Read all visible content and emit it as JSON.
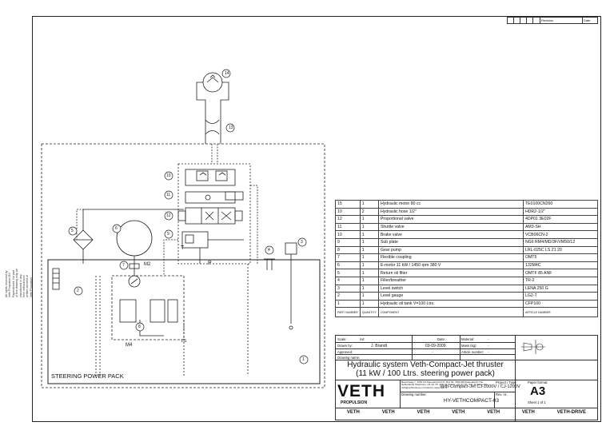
{
  "revision_header": {
    "cols": [
      "",
      "",
      "",
      "",
      "",
      "Revision",
      "Date"
    ]
  },
  "callouts": [
    "1",
    "2",
    "3",
    "4",
    "5",
    "6",
    "7",
    "8",
    "9",
    "10",
    "11",
    "12",
    "13",
    "14"
  ],
  "component_labels": {
    "m2": "M2",
    "m4": "M4",
    "p": "P",
    "t": "T",
    "ls": "LS"
  },
  "pack_label": "STEERING POWER PACK",
  "parts_list": [
    {
      "pos": "15",
      "qty": "1",
      "component": "Hydraulic motor 80 cc",
      "article": "TE0100CN260"
    },
    {
      "pos": "10",
      "qty": "2",
      "component": "Hydraulic hose 1/2\"",
      "article": "HDR2-1/2\""
    },
    {
      "pos": "12",
      "qty": "1",
      "component": "Proportional valve",
      "article": "4DP01 3E02F"
    },
    {
      "pos": "11",
      "qty": "1",
      "component": "Shuttle valve",
      "article": "AM3-SH"
    },
    {
      "pos": "10",
      "qty": "1",
      "component": "Brake valve",
      "article": "VCB06CN-2"
    },
    {
      "pos": "9",
      "qty": "1",
      "component": "Sub plate",
      "article": "NG6 RM4/MD/3F/VM50/12"
    },
    {
      "pos": "8",
      "qty": "1",
      "component": "Gear pump",
      "article": "LRL-025C LS 21 20"
    },
    {
      "pos": "7",
      "qty": "1",
      "component": "Flexible coupling",
      "article": "OMT5"
    },
    {
      "pos": "6",
      "qty": "1",
      "component": "E-motor 11 kW / 1450 rpm 380 V",
      "article": "132M4C"
    },
    {
      "pos": "5",
      "qty": "1",
      "component": "Return oil filter",
      "article": "OMTF 85 ANF"
    },
    {
      "pos": "4",
      "qty": "1",
      "component": "Filler/breather",
      "article": "TR-2"
    },
    {
      "pos": "3",
      "qty": "1",
      "component": "Level switch",
      "article": "LENA 250 G"
    },
    {
      "pos": "2",
      "qty": "1",
      "component": "Level gauge",
      "article": "LG2-T"
    },
    {
      "pos": "1",
      "qty": "1",
      "component": "Hydraulic oil tank V=100 Ltrs.",
      "article": "CFP100"
    }
  ],
  "parts_header": {
    "pos": "PART NUMBER",
    "qty": "QUANTITY",
    "component": "COMPONENT",
    "article": "ARTICLE NUMBER"
  },
  "title_block": {
    "scale_label": "Scale:",
    "scale_value": "nvt",
    "date_label": "Date:",
    "material_label": "Material:",
    "material_value": "-",
    "drawn_label": "Drawn by:",
    "drawn_value": "J. Brandt",
    "drawn_date": "03-09-2009",
    "mass_label": "Mass (kg):",
    "mass_value": "-",
    "approved_label": "Approved:",
    "approved_value": "-",
    "article_label": "Article number:",
    "article_value": "-",
    "drawing_name_label": "Drawing name:",
    "title_line1": "Hydraulic system Veth-Compact-Jet thruster",
    "title_line2": "(11 kW / 100 Ltrs. steering power pack)",
    "project_label": "Project / Type:",
    "project_value": "Veth-Compact-Jet CJ-1000V / CJ-1200V",
    "drawing_number_label": "Drawing number:",
    "drawing_number": "HY-VETHCOMPACT-03",
    "rev_label": "Rev. nr.:",
    "paper_label": "Paper format:",
    "paper_value": "A3",
    "sheet_value": "Sheet 1 of 1",
    "address": "Bosschweg 7, 3351 LN Papendrecht  P.O. Box 53, 3350 AB Papendrecht  The Netherlands  Telephone +31 (0) 78 - 615 33 00  Fax +31 (0) 78 - 641 11 03  E-mail: veth@vethmotoren.nl  Internet: www.veth.nl"
  },
  "brand": {
    "name": "VETH",
    "sub": "PROPULSION",
    "strip": [
      "VETH",
      "VETH",
      "VETH",
      "VETH",
      "VETH",
      "VETH",
      "VETH-DRIVE"
    ]
  },
  "side_note": "All rights reserved by Veth Propulsion BV Papendrecht. No part of this drawing may be reproduced in any form without prior written consent of Veth Propulsion.",
  "colors": {
    "line": "#222222",
    "fill_motor": "#f2f2f2"
  }
}
